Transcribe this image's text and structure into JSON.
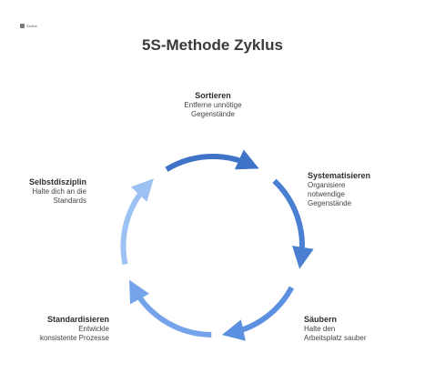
{
  "logo": {
    "text": "Scribe"
  },
  "title": "5S-Methode Zyklus",
  "colors": {
    "arc_sortieren": "#3f73c8",
    "arc_systematisieren": "#4a7fd2",
    "arc_saeubern": "#5b90e0",
    "arc_standardisieren": "#74a3ea",
    "arc_selbstdisziplin": "#9cc1f3"
  },
  "steps": [
    {
      "name": "Sortieren",
      "desc": "Entferne unnötige\nGegenstände"
    },
    {
      "name": "Systematisieren",
      "desc": "Organisiere\nnotwendige\nGegenstände"
    },
    {
      "name": "Säubern",
      "desc": "Halte den\nArbeitsplatz sauber"
    },
    {
      "name": "Standardisieren",
      "desc": "Entwickle\nkonsistente Prozesse"
    },
    {
      "name": "Selbstdisziplin",
      "desc": "Halte dich an die\nStandards"
    }
  ]
}
